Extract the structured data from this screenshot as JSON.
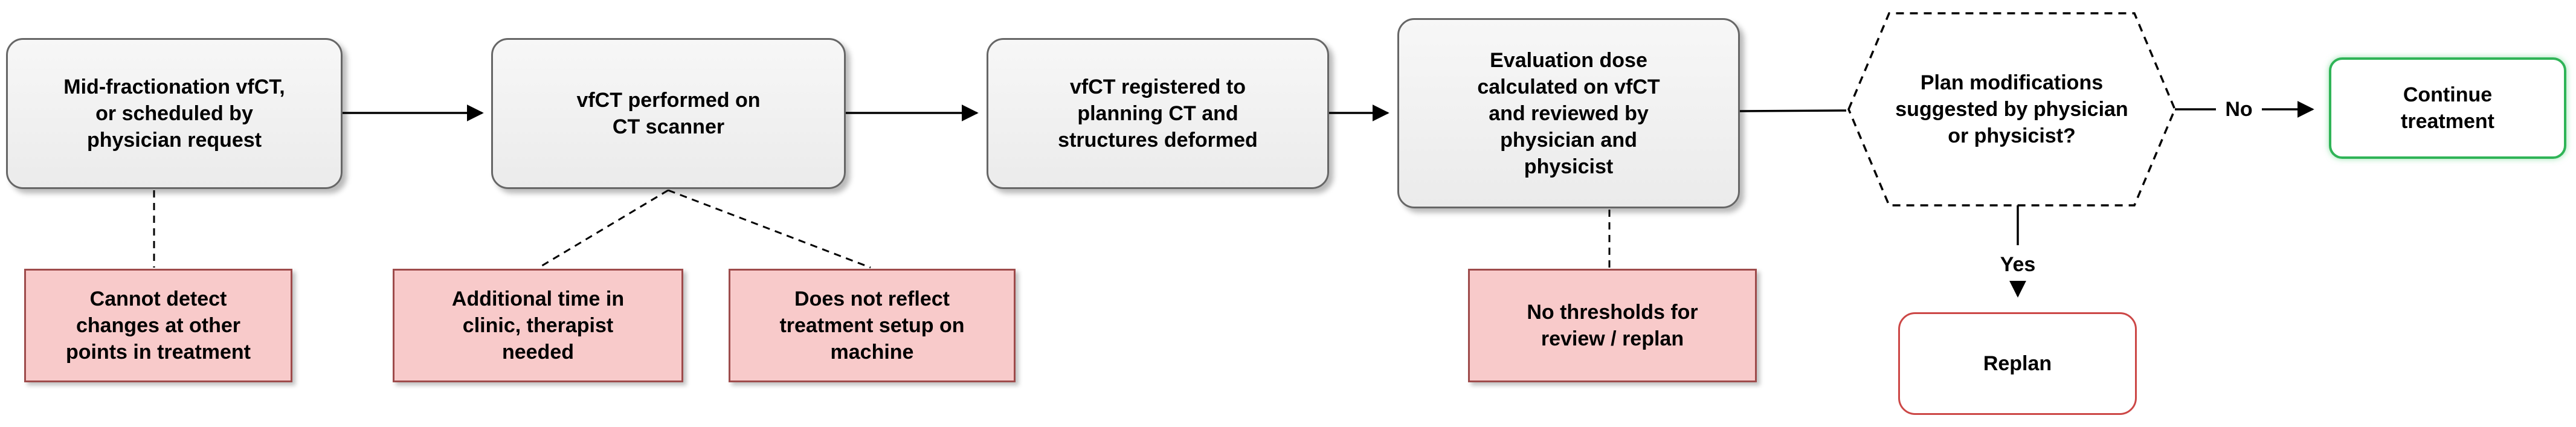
{
  "diagram": {
    "title_hint": "vfCT adaptive radiotherapy workflow flowchart",
    "steps": [
      {
        "id": "trigger",
        "label": "Mid-fractionation vfCT,\nor scheduled by\nphysician request"
      },
      {
        "id": "scan",
        "label": "vfCT performed on\nCT scanner"
      },
      {
        "id": "register",
        "label": "vfCT registered to\nplanning CT and\nstructures deformed"
      },
      {
        "id": "evaluate",
        "label": "Evaluation dose\ncalculated on vfCT\nand reviewed by\nphysician and\nphysicist"
      }
    ],
    "decision": {
      "label": "Plan modifications\nsuggested by physician\nor physicist?"
    },
    "edges": {
      "no_label": "No",
      "yes_label": "Yes"
    },
    "outcomes": {
      "continue": {
        "label": "Continue\ntreatment"
      },
      "replan": {
        "label": "Replan"
      }
    },
    "drawbacks": [
      {
        "attached_to": "trigger",
        "label": "Cannot detect\nchanges at other\npoints in treatment"
      },
      {
        "attached_to": "scan",
        "label": "Additional time in\nclinic, therapist\nneeded"
      },
      {
        "attached_to": "scan",
        "label": "Does not reflect\ntreatment setup on\nmachine"
      },
      {
        "attached_to": "evaluate",
        "label": "No thresholds for\nreview / replan"
      }
    ],
    "colors": {
      "process_fill": "#f2f2f2",
      "process_border": "#666666",
      "drawback_fill": "#f8caca",
      "drawback_border": "#9e4b4b",
      "continue_border": "#2fb457",
      "replan_border": "#cc4746",
      "connector": "#000000"
    }
  }
}
